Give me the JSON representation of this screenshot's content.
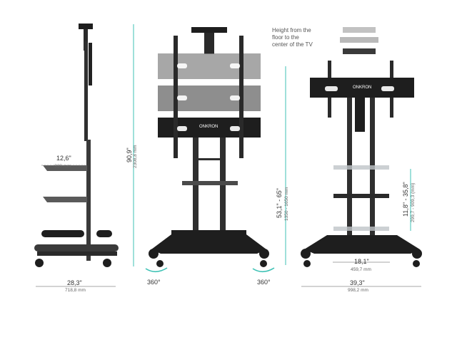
{
  "brand": {
    "logo_text": "ONKRON"
  },
  "dimensions": {
    "side_shelf_width": {
      "imperial": "12,6\"",
      "metric": "320 mm"
    },
    "side_base_width": {
      "imperial": "28,3\"",
      "metric": "718,8 mm"
    },
    "total_height": {
      "imperial": "90,9\"",
      "metric": "2308,8 mm"
    },
    "tv_center_height": {
      "imperial": "53,1\" - 65\"",
      "metric": "1350 - 1650 mm"
    },
    "shelf_height": {
      "imperial": "11,8\" - 35,8\"",
      "metric": "299,7 - 909,3 (mm)"
    },
    "shelf_width_front": {
      "imperial": "18,1\"",
      "metric": "459,7 mm"
    },
    "base_width_front": {
      "imperial": "39,3\"",
      "metric": "998,2 mm"
    }
  },
  "rotation": {
    "left": "360°",
    "right": "360°"
  },
  "note": {
    "height_text": "Height from the floor to the center of the TV"
  },
  "colors": {
    "teal": "#3fc2b5",
    "black": "#1e1e1e",
    "gray": "#8a8a8a",
    "glass": "#d9dde0"
  }
}
